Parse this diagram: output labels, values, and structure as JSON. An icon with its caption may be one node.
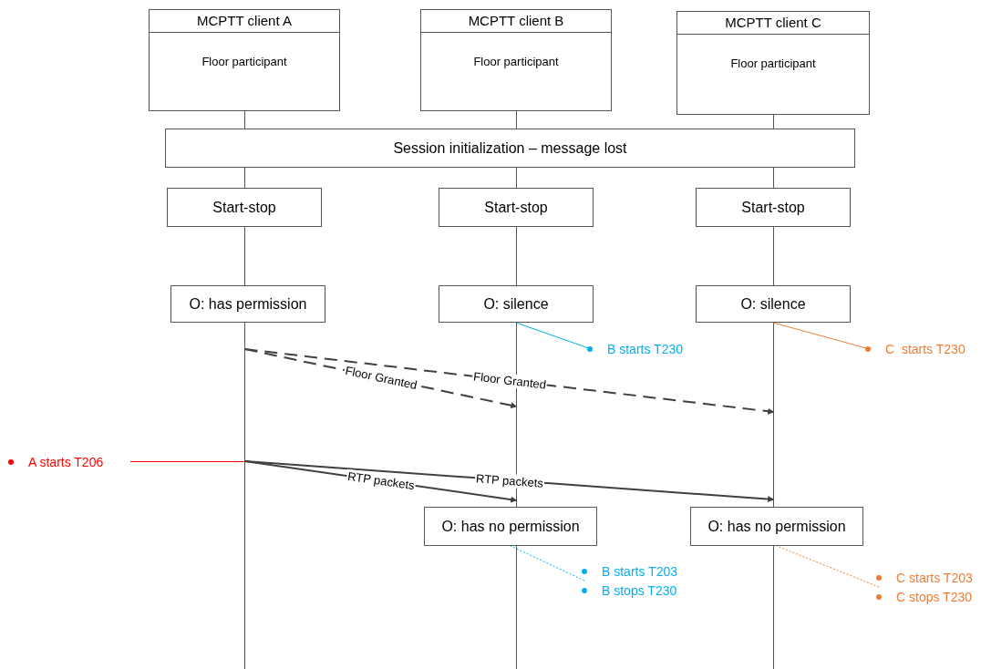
{
  "diagram": {
    "nodes": [
      {
        "text": [
          "MCPTT client A",
          "Floor participant"
        ]
      },
      {
        "text": [
          "MCPTT client B",
          "Floor participant"
        ]
      },
      {
        "text": [
          "MCPTT client C",
          "Floor participant"
        ]
      },
      {
        "text": [
          "Session initialization – message lost"
        ]
      },
      {
        "text": [
          "Start-stop"
        ]
      },
      {
        "text": [
          "Start-stop"
        ]
      },
      {
        "text": [
          "Start-stop"
        ]
      },
      {
        "text": [
          "O: has permission"
        ]
      },
      {
        "text": [
          "O: silence"
        ]
      },
      {
        "text": [
          "O: silence"
        ]
      },
      {
        "text": [
          "O: has no permission"
        ]
      },
      {
        "text": [
          "O: has no permission"
        ]
      },
      {
        "text": [],
        "shape": "line"
      },
      {
        "text": [],
        "shape": "line"
      },
      {
        "text": [],
        "shape": "line"
      },
      {
        "text": [
          "B starts T230"
        ]
      },
      {
        "text": [
          "C  starts T230"
        ]
      },
      {
        "text": [
          "A starts T206"
        ]
      },
      {
        "text": [
          "B starts T203",
          "B stops T230"
        ]
      },
      {
        "text": [
          "C starts T203",
          "C stops T230"
        ]
      }
    ],
    "edges": [
      {
        "from": 12,
        "to": 13,
        "arrow": "to",
        "label": "Floor Granted",
        "style": "dashed"
      },
      {
        "from": 12,
        "to": 14,
        "arrow": "to",
        "label": "Floor Granted",
        "style": "dashed"
      },
      {
        "from": 12,
        "to": 13,
        "arrow": "to",
        "label": "RTP packets"
      },
      {
        "from": 12,
        "to": 14,
        "arrow": "to",
        "label": "RTP packets"
      },
      {
        "from": 15,
        "to": 8,
        "arrow": "none",
        "color": "#00b0f0"
      },
      {
        "from": 16,
        "to": 9,
        "arrow": "none",
        "color": "#ed7d31"
      },
      {
        "from": 17,
        "to": 12,
        "arrow": "none",
        "color": "#ff0000"
      },
      {
        "from": 18,
        "to": 10,
        "arrow": "none",
        "style": "dashed",
        "color": "#00b0f0"
      },
      {
        "from": 19,
        "to": 11,
        "arrow": "none",
        "style": "dashed",
        "color": "#ed7d31"
      },
      {
        "from": 0,
        "to": 3,
        "arrow": "none"
      },
      {
        "from": 1,
        "to": 3,
        "arrow": "none"
      },
      {
        "from": 2,
        "to": 3,
        "arrow": "none"
      },
      {
        "from": 3,
        "to": 4,
        "arrow": "none"
      },
      {
        "from": 3,
        "to": 5,
        "arrow": "none"
      },
      {
        "from": 3,
        "to": 6,
        "arrow": "none"
      },
      {
        "from": 4,
        "to": 7,
        "arrow": "none"
      },
      {
        "from": 5,
        "to": 8,
        "arrow": "none"
      },
      {
        "from": 6,
        "to": 9,
        "arrow": "none"
      }
    ]
  }
}
